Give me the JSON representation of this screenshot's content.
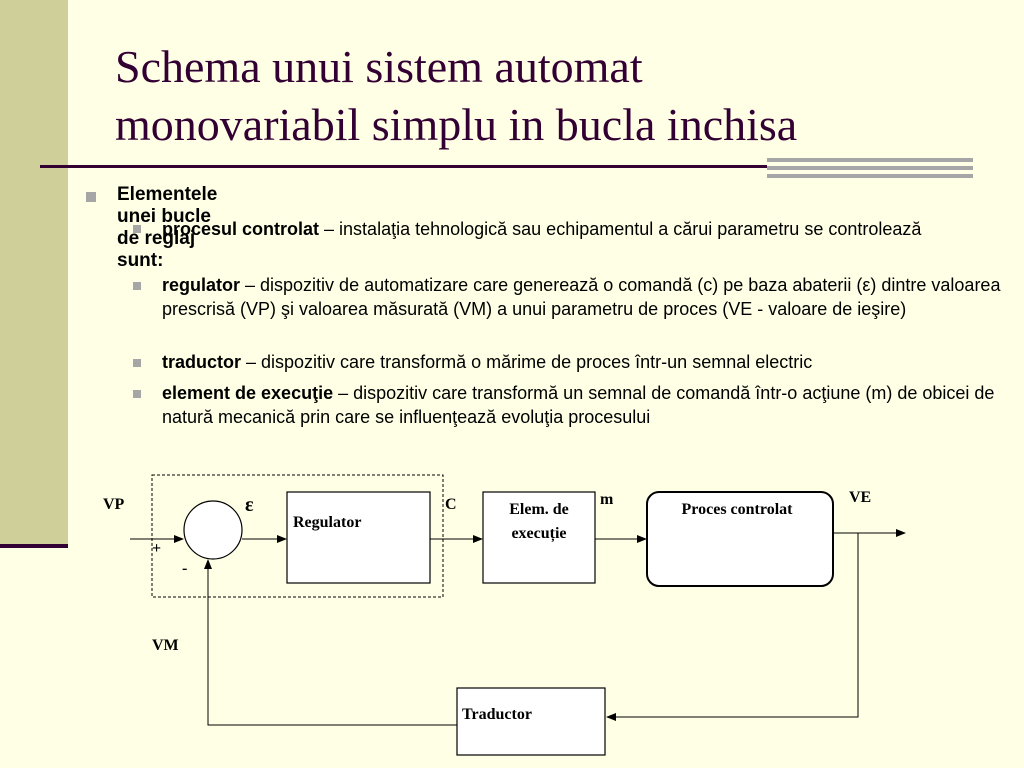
{
  "slide": {
    "title_line1": "Schema unui sistem automat",
    "title_line2": "monovariabil simplu in bucla inchisa"
  },
  "bullets": {
    "heading": "Elementele unei bucle de reglaj sunt:",
    "items": [
      {
        "term": "procesul controlat",
        "desc": " – instalaţia tehnologică sau echipamentul a cărui parametru se controlează"
      },
      {
        "term": "regulator",
        "desc": " – dispozitiv de automatizare care generează o comandă (c) pe baza abaterii (ε) dintre valoarea prescrisă (VP) şi valoarea măsurată (VM) a unui parametru de proces (VE - valoare de ieşire)"
      },
      {
        "term": "traductor",
        "desc": " – dispozitiv care transformă o mărime de proces într-un semnal electric"
      },
      {
        "term": "element de execuţie",
        "desc": " – dispozitiv care transformă un semnal de comandă într-o acţiune (m) de obicei de natură mecanică prin care se influenţează evoluţia procesului"
      }
    ]
  },
  "diagram": {
    "labels": {
      "vp": "VP",
      "epsilon": "ε",
      "c": "C",
      "m": "m",
      "ve": "VE",
      "vm": "VM",
      "plus": "+",
      "minus": "-"
    },
    "blocks": {
      "regulator": "Regulator",
      "elem_line1": "Elem. de",
      "elem_line2": "execuție",
      "proces": "Proces controlat",
      "traductor": "Traductor"
    }
  }
}
